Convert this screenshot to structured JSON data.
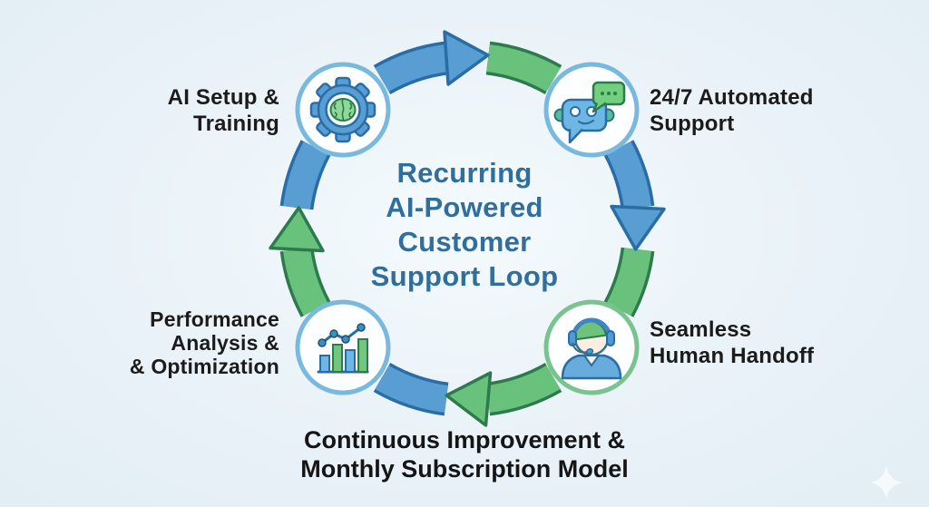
{
  "title": {
    "lines": [
      "Recurring",
      "AI-Powered",
      "Customer",
      "Support Loop"
    ]
  },
  "nodes": [
    {
      "name": "AI Setup & Training",
      "label_lines": [
        "AI Setup &",
        "Training"
      ],
      "icon": "gear-brain-icon",
      "position": "top-left"
    },
    {
      "name": "24/7 Automated Support",
      "label_lines": [
        "24/7 Automated",
        "Support"
      ],
      "icon": "chatbot-icon",
      "position": "top-right"
    },
    {
      "name": "Seamless Human Handoff",
      "label_lines": [
        "Seamless",
        "Human Handoff"
      ],
      "icon": "support-agent-headset-icon",
      "position": "bottom-right"
    },
    {
      "name": "Performance Analysis & Optimization",
      "label_lines": [
        "Performance",
        "Analysis &",
        "& Optimization"
      ],
      "icon": "bar-chart-trend-icon",
      "position": "bottom-left"
    }
  ],
  "caption": {
    "lines": [
      "Continuous Improvement &",
      "Monthly Subscription Model"
    ]
  },
  "flow_direction": "clockwise",
  "colors": {
    "background": "#e9f2f8",
    "arc_blue": "#589ed3",
    "outline_blue": "#2a6da6",
    "arc_green": "#69c27c",
    "outline_green": "#2c7a4d",
    "node_border_blue": "#7ab9de",
    "node_border_green": "#79c48e",
    "title_color": "#2f6e9d",
    "label_color": "#1b1b1b",
    "caption_color": "#151515"
  }
}
